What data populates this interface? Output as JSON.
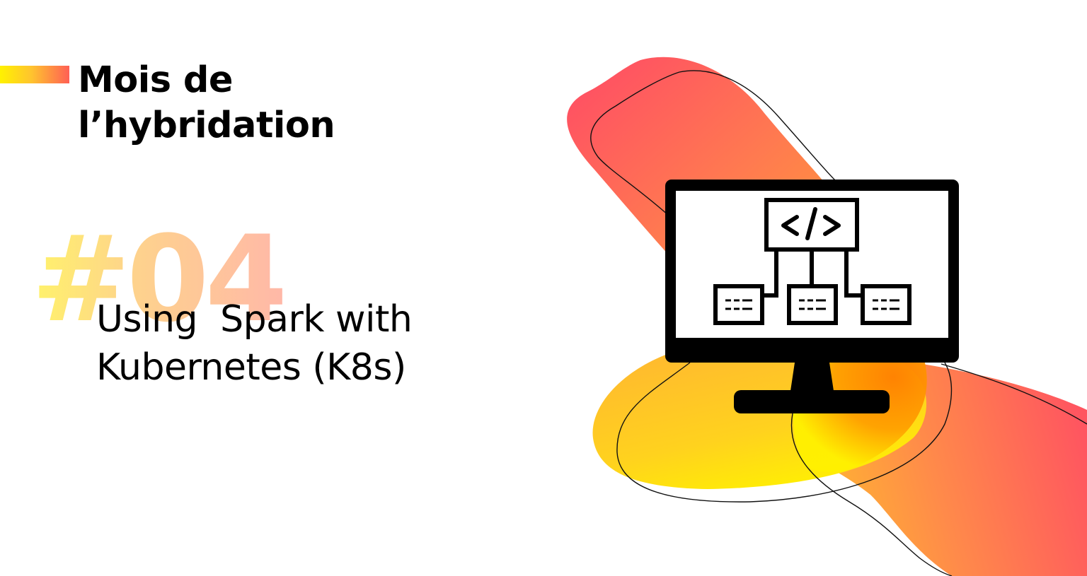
{
  "header": {
    "series_title_line1": "Mois de",
    "series_title_line2": "l’hybridation",
    "accent_gradient": [
      "#fff200",
      "#ffc42e",
      "#ff5f55"
    ]
  },
  "episode": {
    "number": "#04",
    "number_gradient": [
      "#fff36a",
      "#fed38c",
      "#ffb8a8"
    ]
  },
  "talk": {
    "title_line1": "Using  Spark with",
    "title_line2": "Kubernetes (K8s)"
  },
  "illustration": {
    "monitor_icon": "code-hierarchy-monitor",
    "code_symbol": "</>",
    "child_node_count": 3,
    "blob_colors": {
      "pink_red": "#ff4f64",
      "orange": "#ff8a00",
      "yellow": "#fff200"
    }
  }
}
